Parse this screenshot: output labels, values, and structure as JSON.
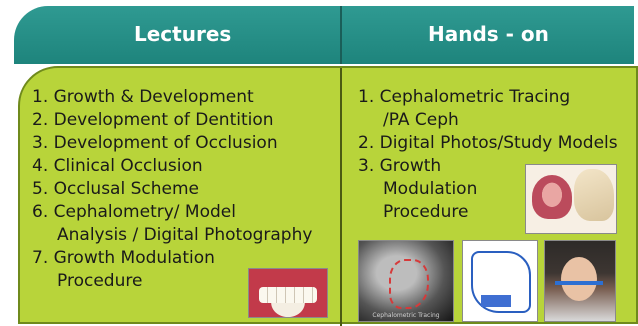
{
  "header": {
    "left_title": "Lectures",
    "right_title": "Hands - on"
  },
  "lectures": [
    "1. Growth & Development",
    "2. Development of Dentition",
    "3. Development of Occlusion",
    "4. Clinical Occlusion",
    "5. Occlusal Scheme",
    "6. Cephalometry/ Model",
    "Analysis / Digital Photography",
    "7. Growth Modulation",
    "Procedure"
  ],
  "hands_on": [
    "1. Cephalometric Tracing",
    "/PA Ceph",
    "2. Digital Photos/Study Models",
    "3. Growth",
    "Modulation",
    "Procedure"
  ],
  "images": {
    "teeth_photo": "crowded-teeth-photo",
    "diagram_photo": "dentition-diagram",
    "xray_photo": "cephalometric-xray",
    "xray_caption": "Cephalometric Tracing",
    "appliance_photo": "appliance-illustration",
    "girl_photo": "patient-with-headgear"
  }
}
